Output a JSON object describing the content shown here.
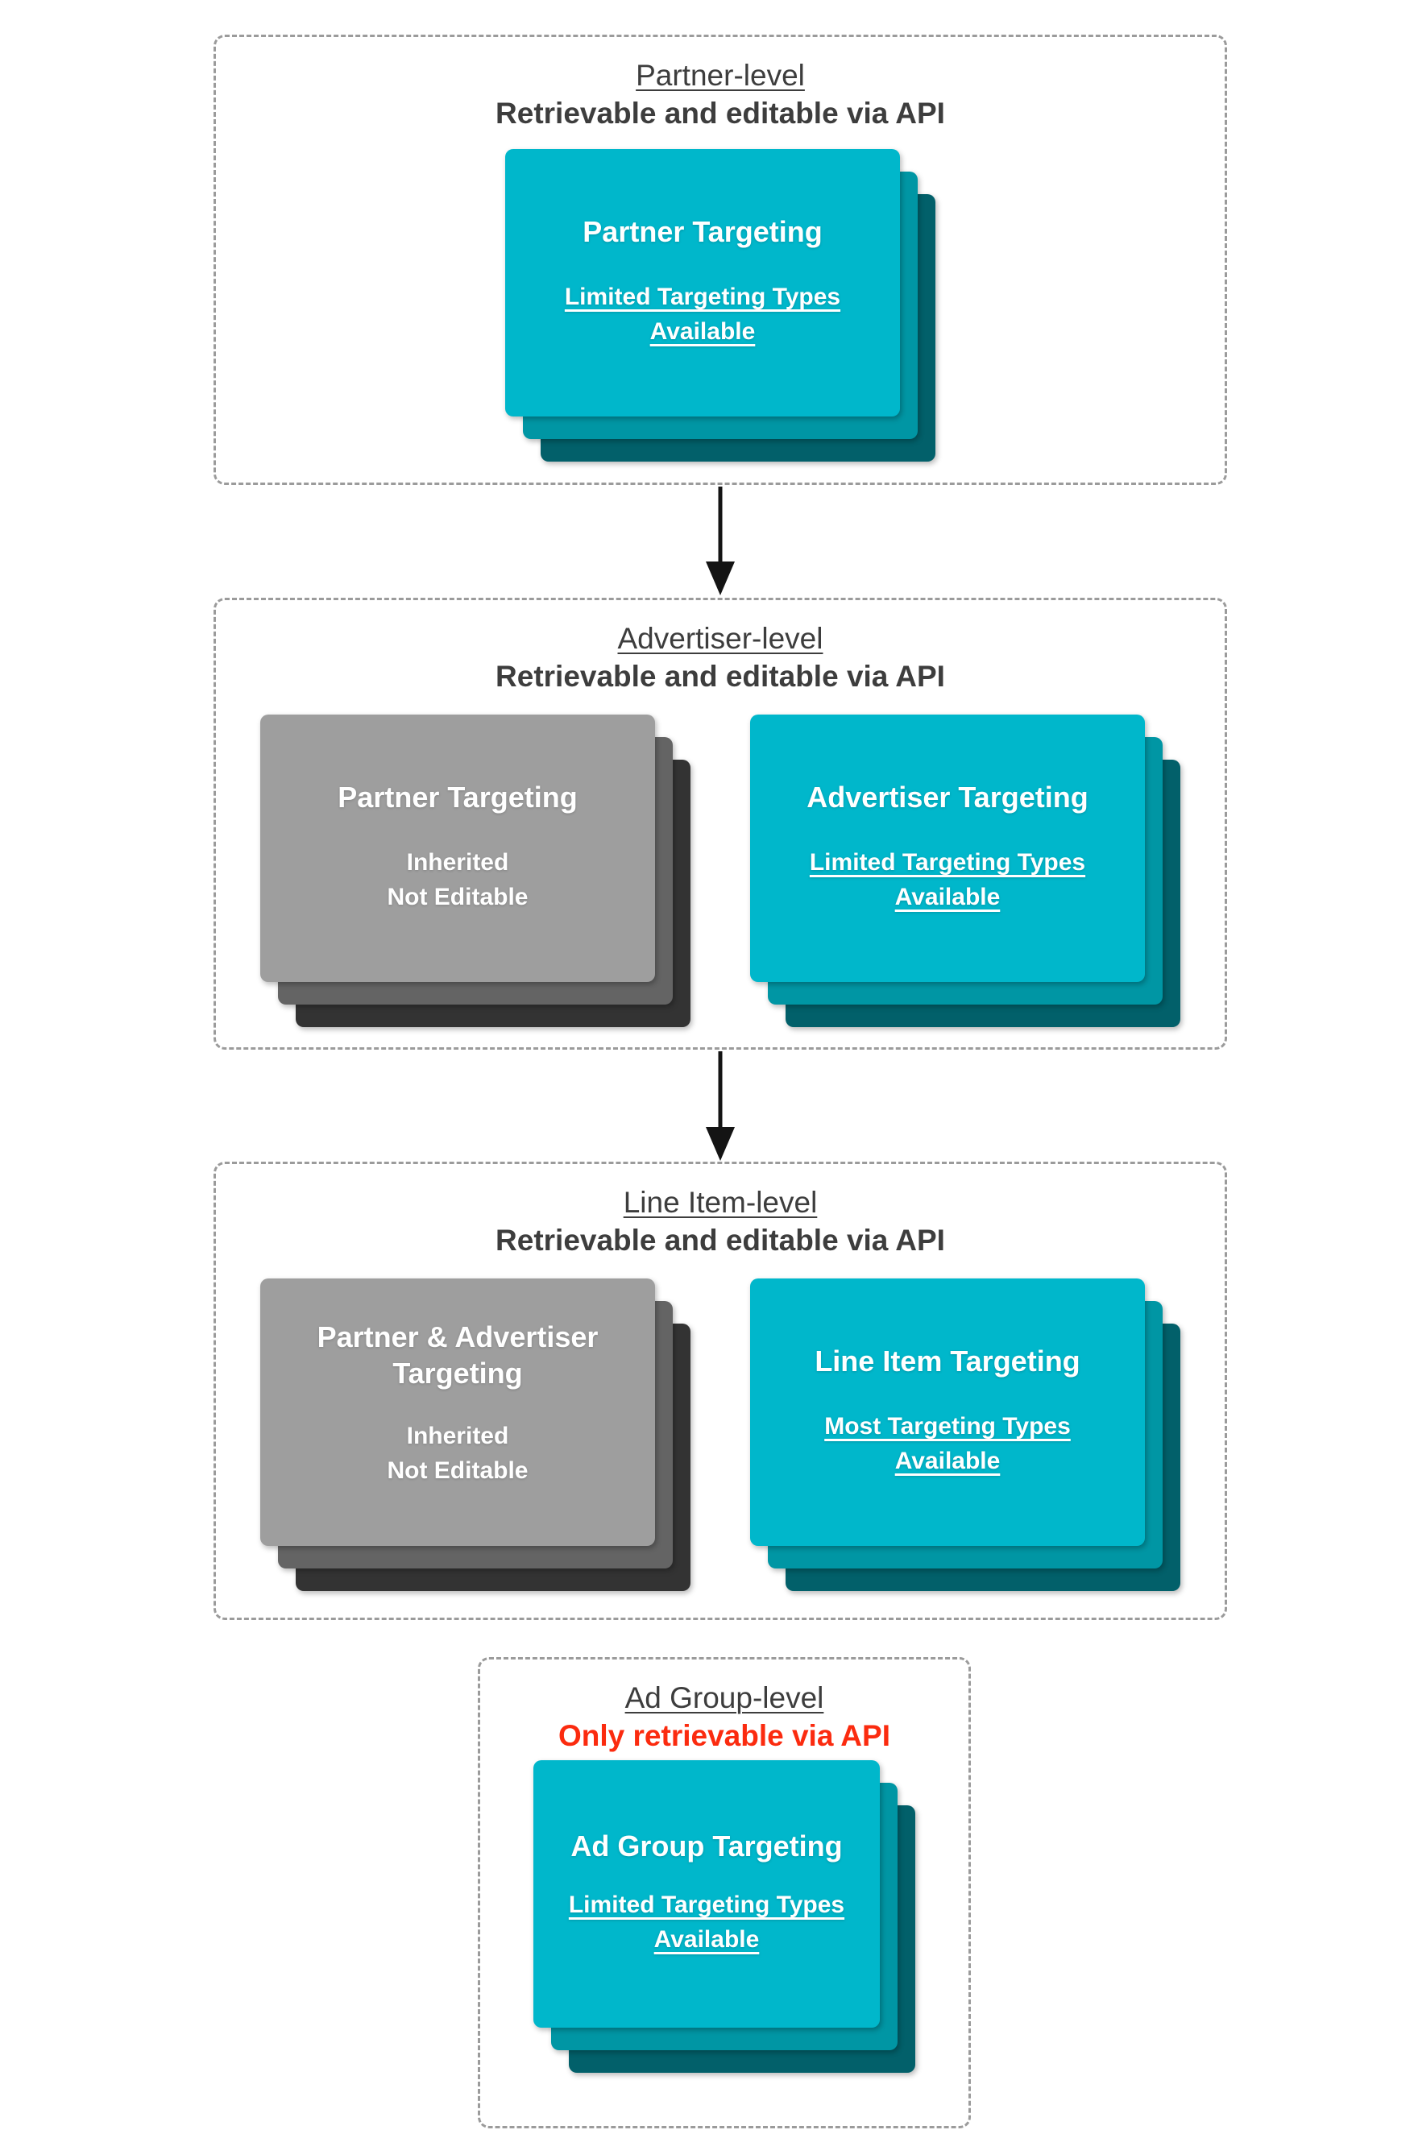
{
  "colors": {
    "cyan_front": "#00b7cb",
    "cyan_mid": "#0096a4",
    "cyan_back": "#02606a",
    "gray_front": "#9e9e9e",
    "gray_mid": "#646464",
    "gray_back": "#333333",
    "title_text": "#3d3d3d",
    "red_text": "#fb2b0f",
    "card_text": "#ffffff",
    "dashed_border": "#9b9b9b",
    "arrow": "#141414"
  },
  "icons": {
    "arrow_down": "solid black downward arrow connector"
  },
  "sections": [
    {
      "id": "partner-level",
      "title": "Partner-level",
      "subtitle": "Retrievable and editable via API",
      "subtitle_color": "dark",
      "cards": [
        {
          "variant": "cyan",
          "heading": "Partner Targeting",
          "sub_lines": [
            "Limited Targeting Types",
            "Available"
          ],
          "sub_underline": true
        }
      ]
    },
    {
      "id": "advertiser-level",
      "title": "Advertiser-level",
      "subtitle": "Retrievable and editable via API",
      "subtitle_color": "dark",
      "cards": [
        {
          "variant": "gray",
          "heading": "Partner Targeting",
          "sub_lines": [
            "Inherited",
            "Not Editable"
          ],
          "sub_underline": false
        },
        {
          "variant": "cyan",
          "heading": "Advertiser Targeting",
          "sub_lines": [
            "Limited Targeting Types",
            "Available"
          ],
          "sub_underline": true
        }
      ]
    },
    {
      "id": "line-item-level",
      "title": "Line Item-level",
      "subtitle": "Retrievable and editable via API",
      "subtitle_color": "dark",
      "cards": [
        {
          "variant": "gray",
          "heading": "Partner & Advertiser Targeting",
          "sub_lines": [
            "Inherited",
            "Not Editable"
          ],
          "sub_underline": false
        },
        {
          "variant": "cyan",
          "heading": "Line Item Targeting",
          "sub_lines": [
            "Most Targeting Types",
            "Available"
          ],
          "sub_underline": true
        }
      ]
    },
    {
      "id": "ad-group-level",
      "title": "Ad Group-level",
      "subtitle": "Only retrievable via API",
      "subtitle_color": "red",
      "cards": [
        {
          "variant": "cyan",
          "heading": "Ad Group Targeting",
          "sub_lines": [
            "Limited Targeting Types",
            "Available"
          ],
          "sub_underline": true
        }
      ]
    }
  ],
  "connectors": [
    {
      "from": "partner-level",
      "to": "advertiser-level",
      "type": "arrow-down"
    },
    {
      "from": "advertiser-level",
      "to": "line-item-level",
      "type": "arrow-down"
    }
  ]
}
